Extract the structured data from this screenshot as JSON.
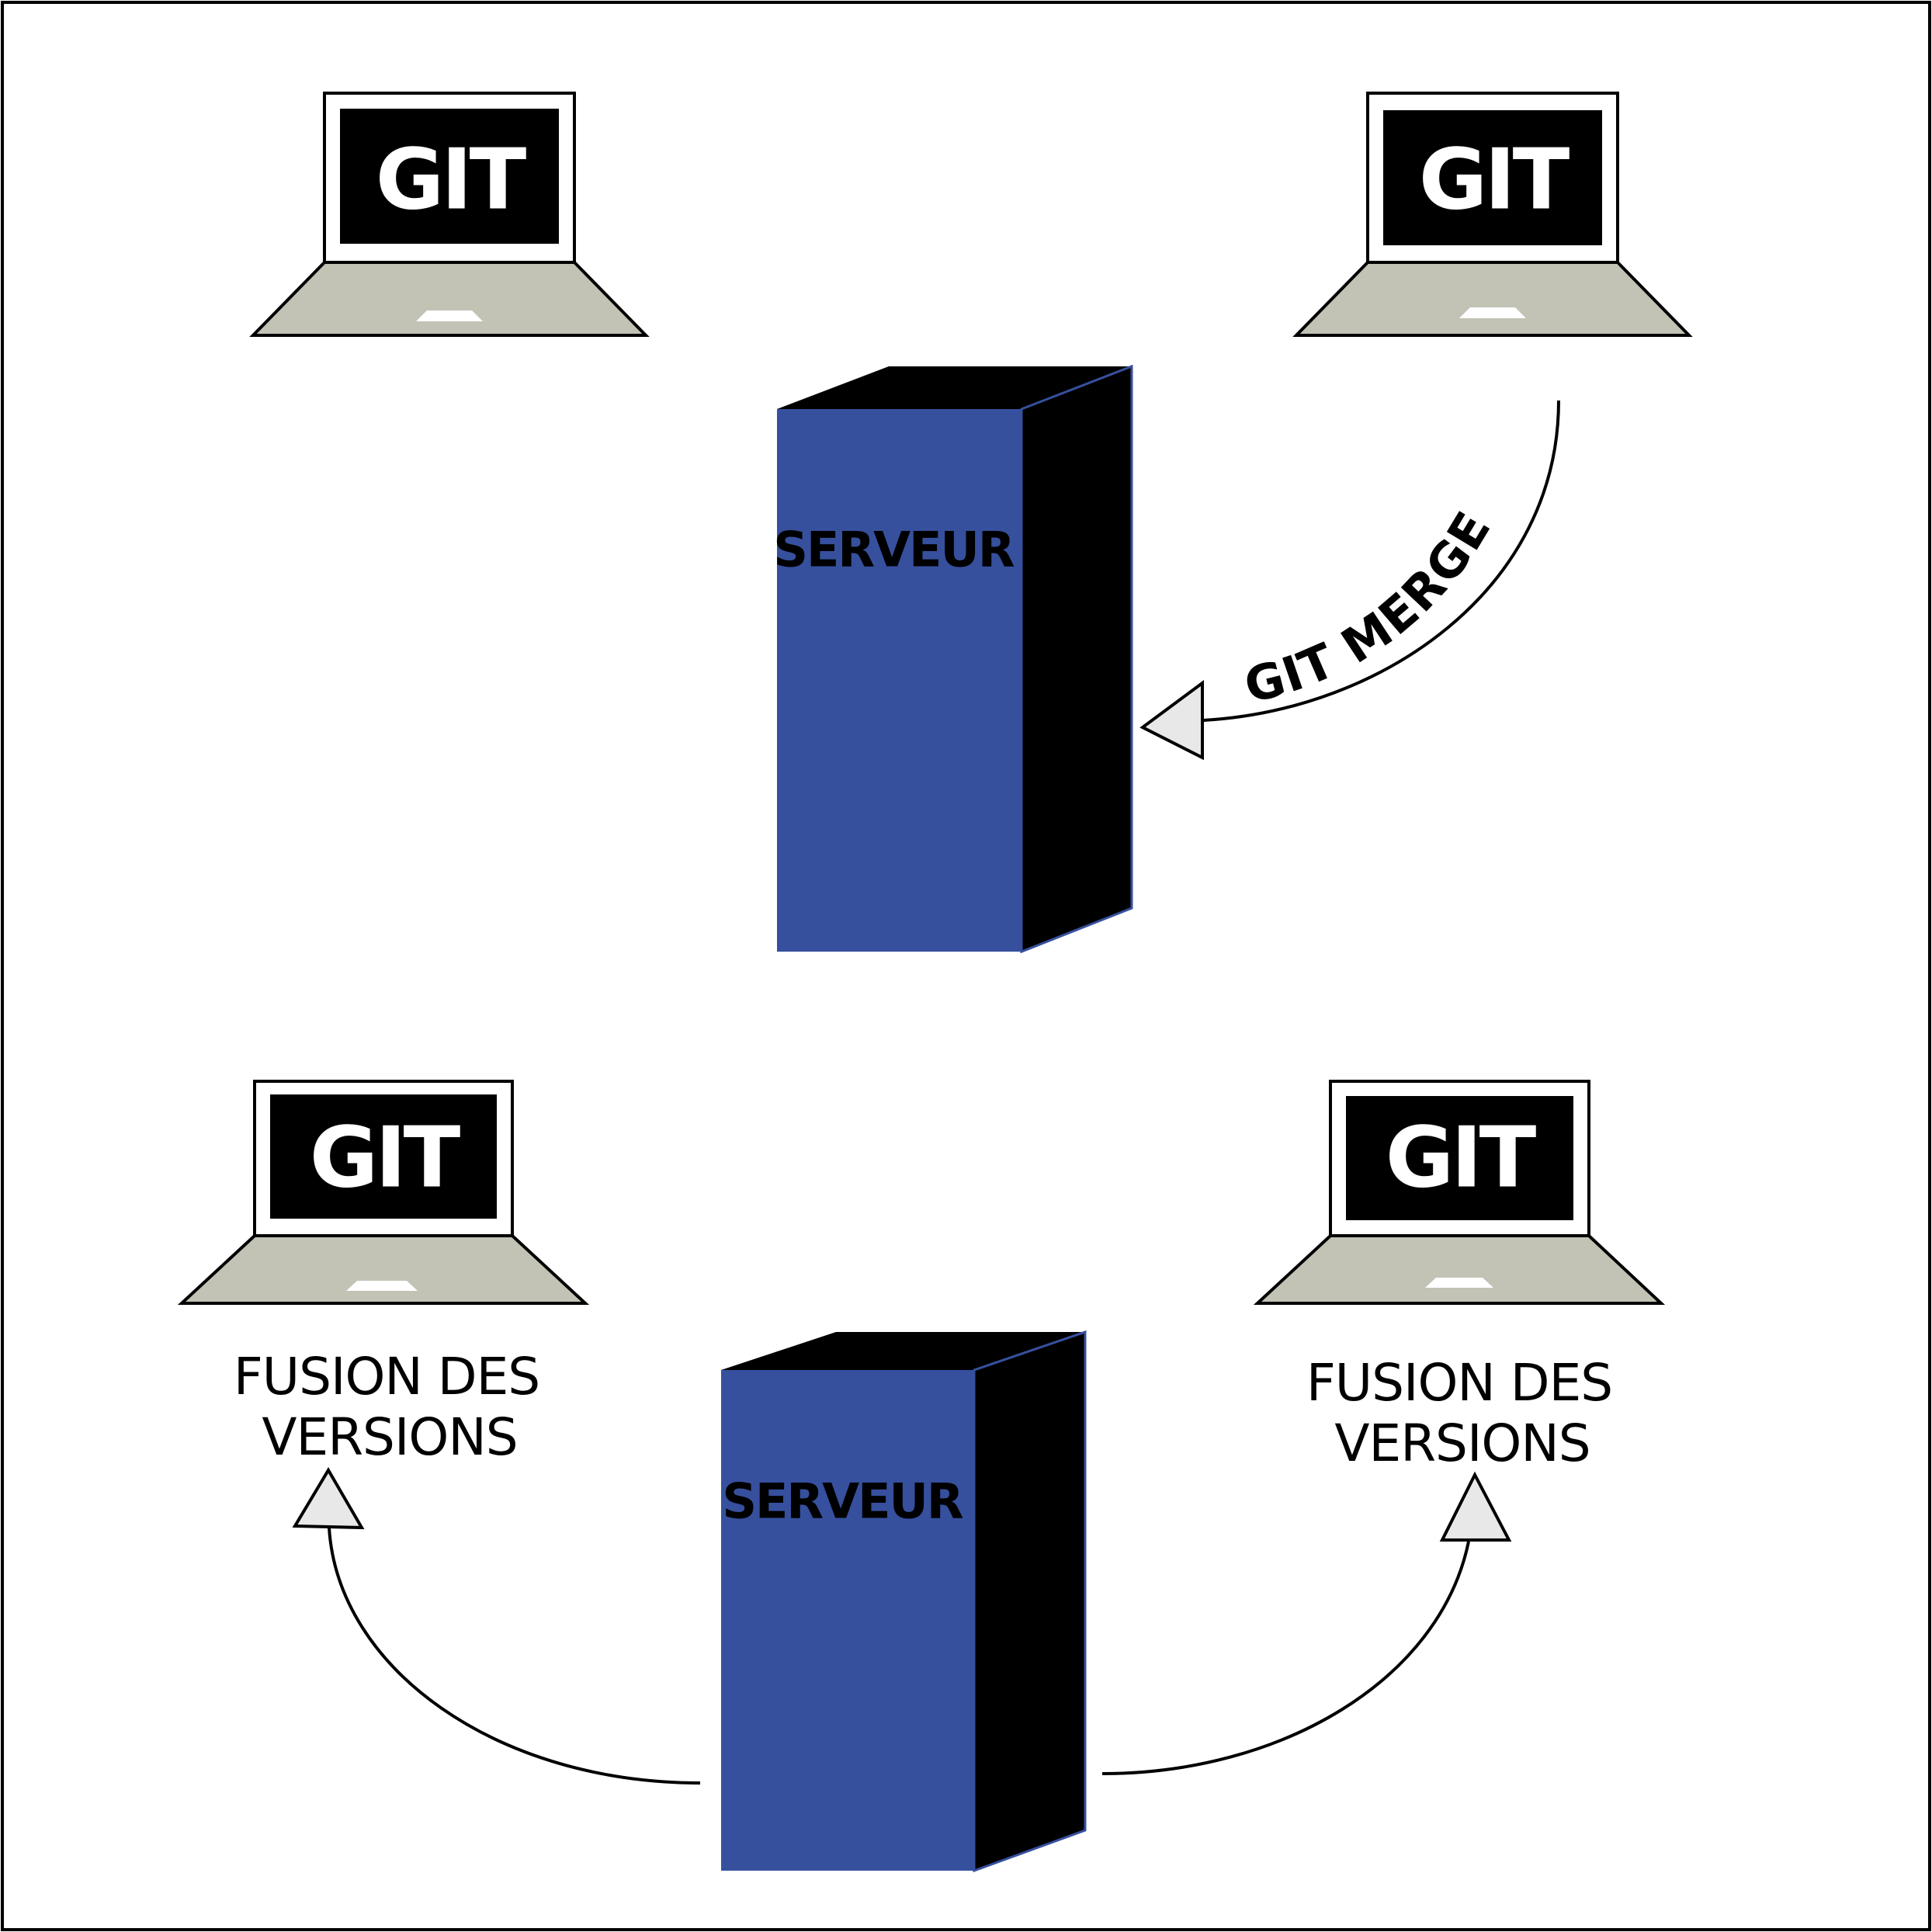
{
  "laptops": [
    {
      "id": "top-left",
      "screen_label": "GIT"
    },
    {
      "id": "top-right",
      "screen_label": "GIT"
    },
    {
      "id": "bottom-left",
      "screen_label": "GIT"
    },
    {
      "id": "bottom-right",
      "screen_label": "GIT"
    }
  ],
  "servers": [
    {
      "id": "top",
      "label": "SERVEUR"
    },
    {
      "id": "bottom",
      "label": "SERVEUR"
    }
  ],
  "merge_arrow": {
    "label": "GIT MERGE"
  },
  "fusion_labels": [
    {
      "line1": "FUSION DES",
      "line2": "VERSIONS"
    },
    {
      "line1": "FUSION DES",
      "line2": "VERSIONS"
    }
  ],
  "colors": {
    "server_front": "#36509e",
    "server_side": "#000000",
    "laptop_base": "#c2c2b5",
    "arrow_head_fill": "#e8e8e8"
  }
}
